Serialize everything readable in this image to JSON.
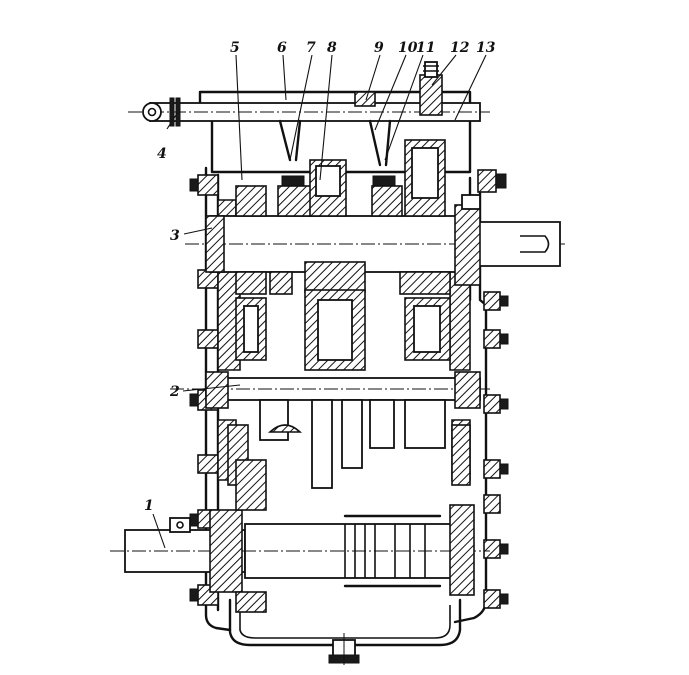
{
  "callouts": [
    {
      "id": "1",
      "text": "1"
    },
    {
      "id": "2",
      "text": "2"
    },
    {
      "id": "3",
      "text": "3"
    },
    {
      "id": "4",
      "text": "4"
    },
    {
      "id": "5",
      "text": "5"
    },
    {
      "id": "6",
      "text": "6"
    },
    {
      "id": "7",
      "text": "7"
    },
    {
      "id": "8",
      "text": "8"
    },
    {
      "id": "9",
      "text": "9"
    },
    {
      "id": "10",
      "text": "10"
    },
    {
      "id": "11",
      "text": "11"
    },
    {
      "id": "12",
      "text": "12"
    },
    {
      "id": "13",
      "text": "13"
    }
  ],
  "colors": {
    "ink": "#111111",
    "paper": "#ffffff"
  }
}
